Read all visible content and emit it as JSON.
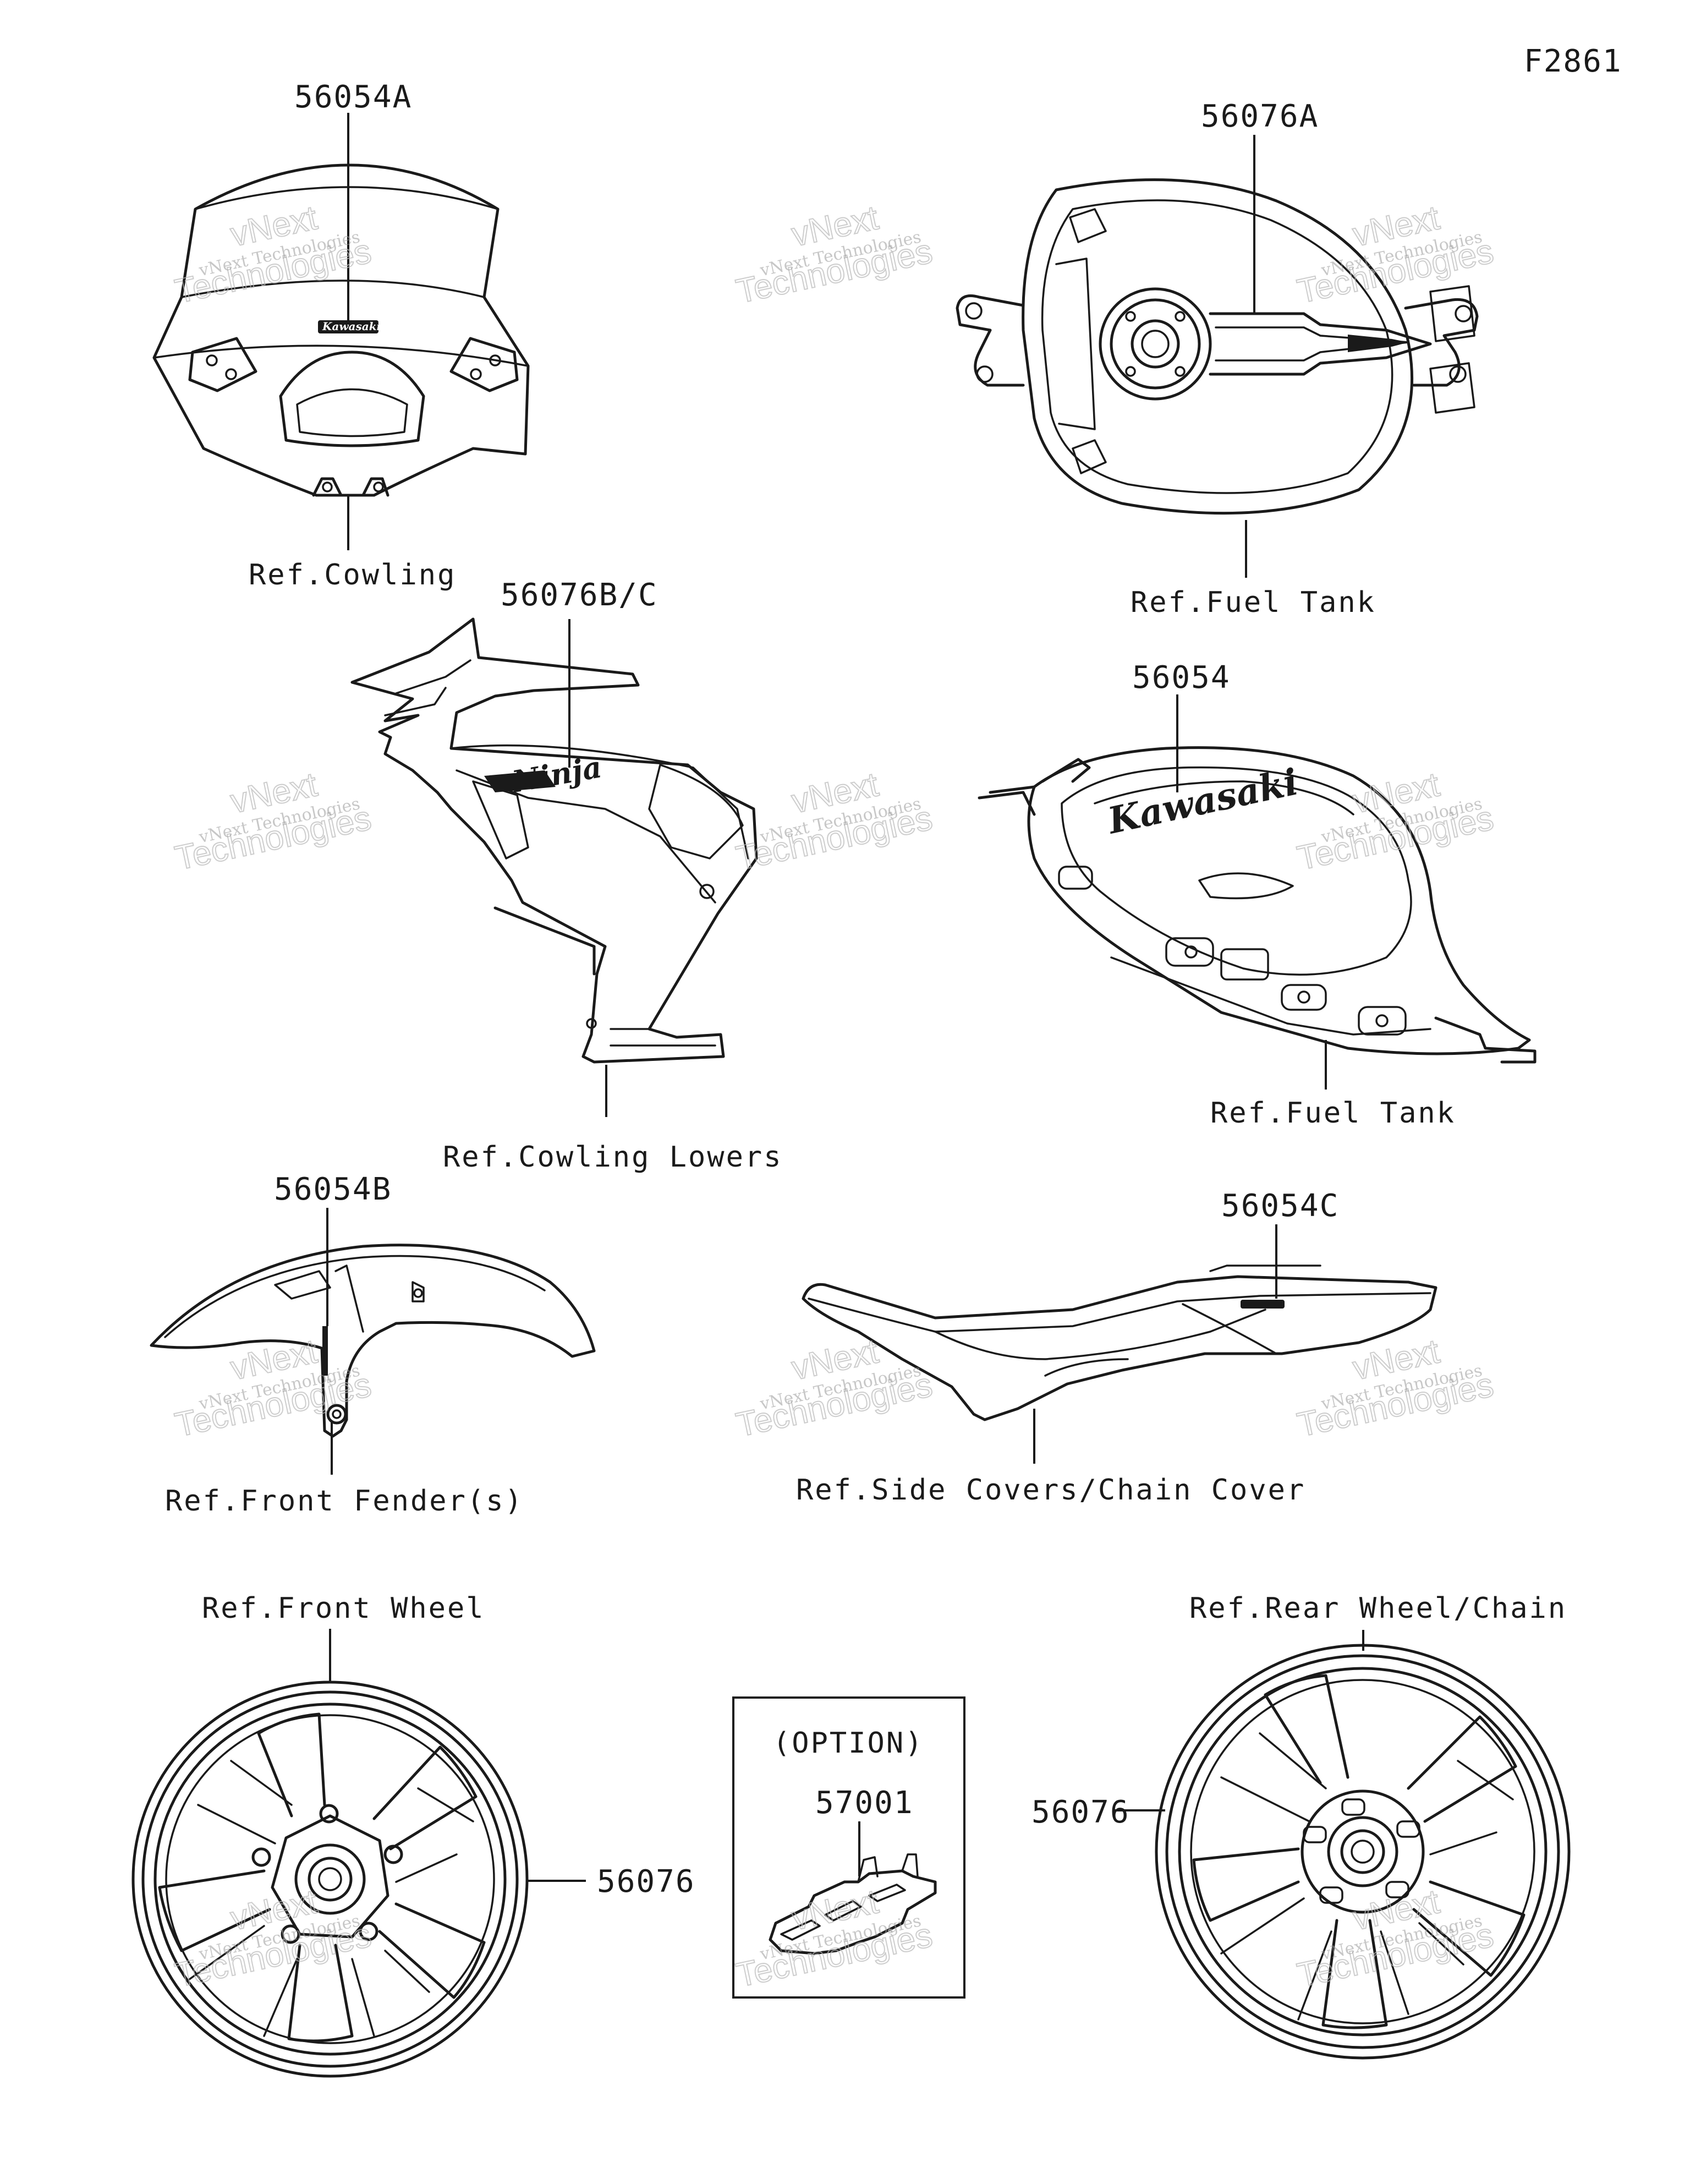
{
  "figure_code": "F2861",
  "parts": {
    "p56054A": "56054A",
    "p56076A": "56076A",
    "p56076BC": "56076B/C",
    "p56054": "56054",
    "p56054B": "56054B",
    "p56054C": "56054C",
    "p57001": "57001",
    "p56076_front": "56076",
    "p56076_rear": "56076"
  },
  "refs": {
    "cowling": "Ref.Cowling",
    "fuel_tank_top": "Ref.Fuel Tank",
    "cowling_lowers": "Ref.Cowling Lowers",
    "fuel_tank_side": "Ref.Fuel Tank",
    "front_fender": "Ref.Front Fender(s)",
    "side_covers": "Ref.Side Covers/Chain Cover",
    "front_wheel": "Ref.Front Wheel",
    "rear_wheel": "Ref.Rear Wheel/Chain"
  },
  "option_label": "(OPTION)",
  "logos": {
    "kawasaki": "Kawasaki",
    "ninja": "Ninja"
  },
  "watermark": {
    "small": "vNext Technologies",
    "big_top": "vNext",
    "big_bottom": "Technologies"
  }
}
